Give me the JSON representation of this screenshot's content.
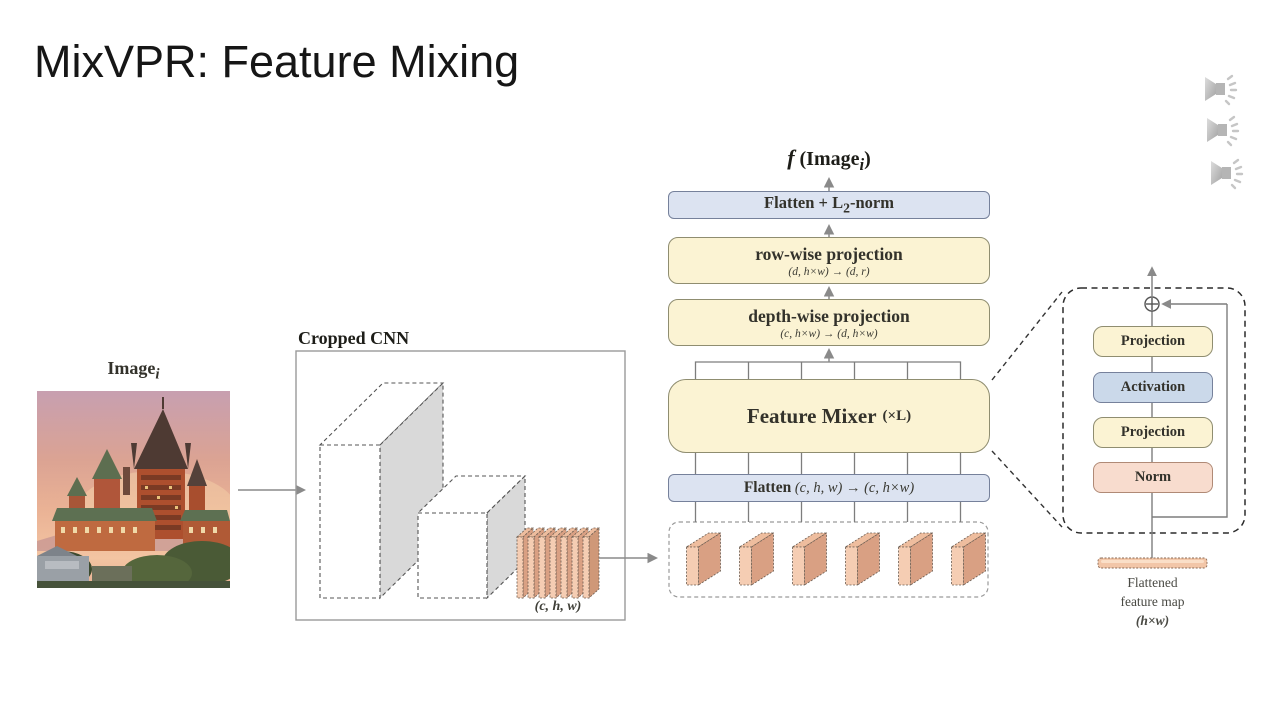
{
  "title": "MixVPR: Feature Mixing",
  "output_label": {
    "fn": "f",
    "open": " (Image",
    "sub": "i",
    "close": ")"
  },
  "pipeline": {
    "l2norm": {
      "pre": "Flatten + L",
      "sub": "2",
      "post": "-norm"
    },
    "rowwise": {
      "title": "row-wise projection",
      "dims": "(d, h×w) → (d, r)"
    },
    "depthwise": {
      "title": "depth-wise projection",
      "dims": "(c, h×w) → (d, h×w)"
    },
    "mixer": {
      "title": "Feature Mixer",
      "mult": "(×L)"
    },
    "flatten": {
      "bold": "Flatten",
      "formula": " (c, h, w) → (c, h×w)"
    }
  },
  "cnn": {
    "label": "Cropped CNN",
    "output_dims": "(c, h, w)"
  },
  "input": {
    "label": "Image",
    "sub": "i"
  },
  "mixer_detail": {
    "items": [
      "Projection",
      "Activation",
      "Projection",
      "Norm"
    ]
  },
  "flattened_map": {
    "line1": "Flattened",
    "line2": "feature map",
    "line3": "(h×w)"
  },
  "colors": {
    "yellow_box": "#FBF3D3",
    "blue_box": "#DCE3F1",
    "activation_box": "#CBD9EA",
    "norm_box": "#F8DCCE",
    "slab_front": "#F5CDB3",
    "slab_side": "#D9A083",
    "line_gray": "#8A8A8A"
  }
}
